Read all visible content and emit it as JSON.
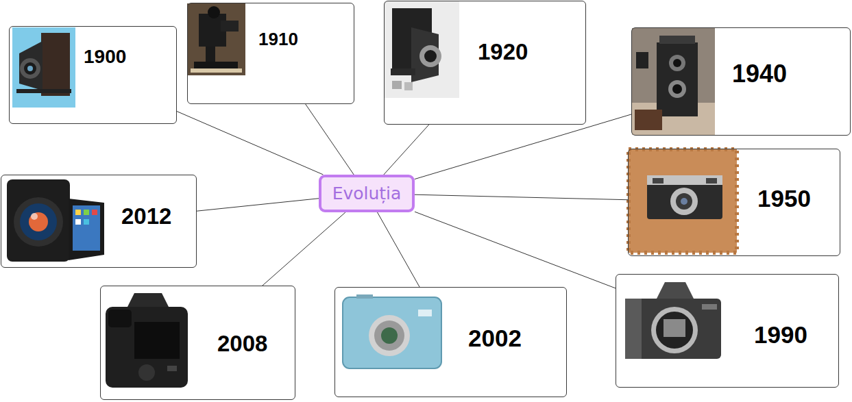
{
  "diagram": {
    "nodes": [
      {
        "text": [
          "Evoluția"
        ]
      },
      {
        "text": [
          "1900"
        ]
      },
      {
        "text": [
          "1910"
        ]
      },
      {
        "text": [
          "1920"
        ]
      },
      {
        "text": [
          "1940"
        ]
      },
      {
        "text": [
          "1950"
        ]
      },
      {
        "text": [
          "1990"
        ]
      },
      {
        "text": [
          "2002"
        ]
      },
      {
        "text": [
          "2008"
        ]
      },
      {
        "text": [
          "2012"
        ]
      }
    ],
    "edges": [
      {
        "from": 0,
        "to": 1,
        "arrow": "none"
      },
      {
        "from": 0,
        "to": 2,
        "arrow": "none"
      },
      {
        "from": 0,
        "to": 3,
        "arrow": "none"
      },
      {
        "from": 0,
        "to": 4,
        "arrow": "none"
      },
      {
        "from": 0,
        "to": 5,
        "arrow": "none"
      },
      {
        "from": 0,
        "to": 6,
        "arrow": "none"
      },
      {
        "from": 0,
        "to": 7,
        "arrow": "none"
      },
      {
        "from": 0,
        "to": 8,
        "arrow": "none"
      },
      {
        "from": 0,
        "to": 9,
        "arrow": "none"
      }
    ]
  }
}
